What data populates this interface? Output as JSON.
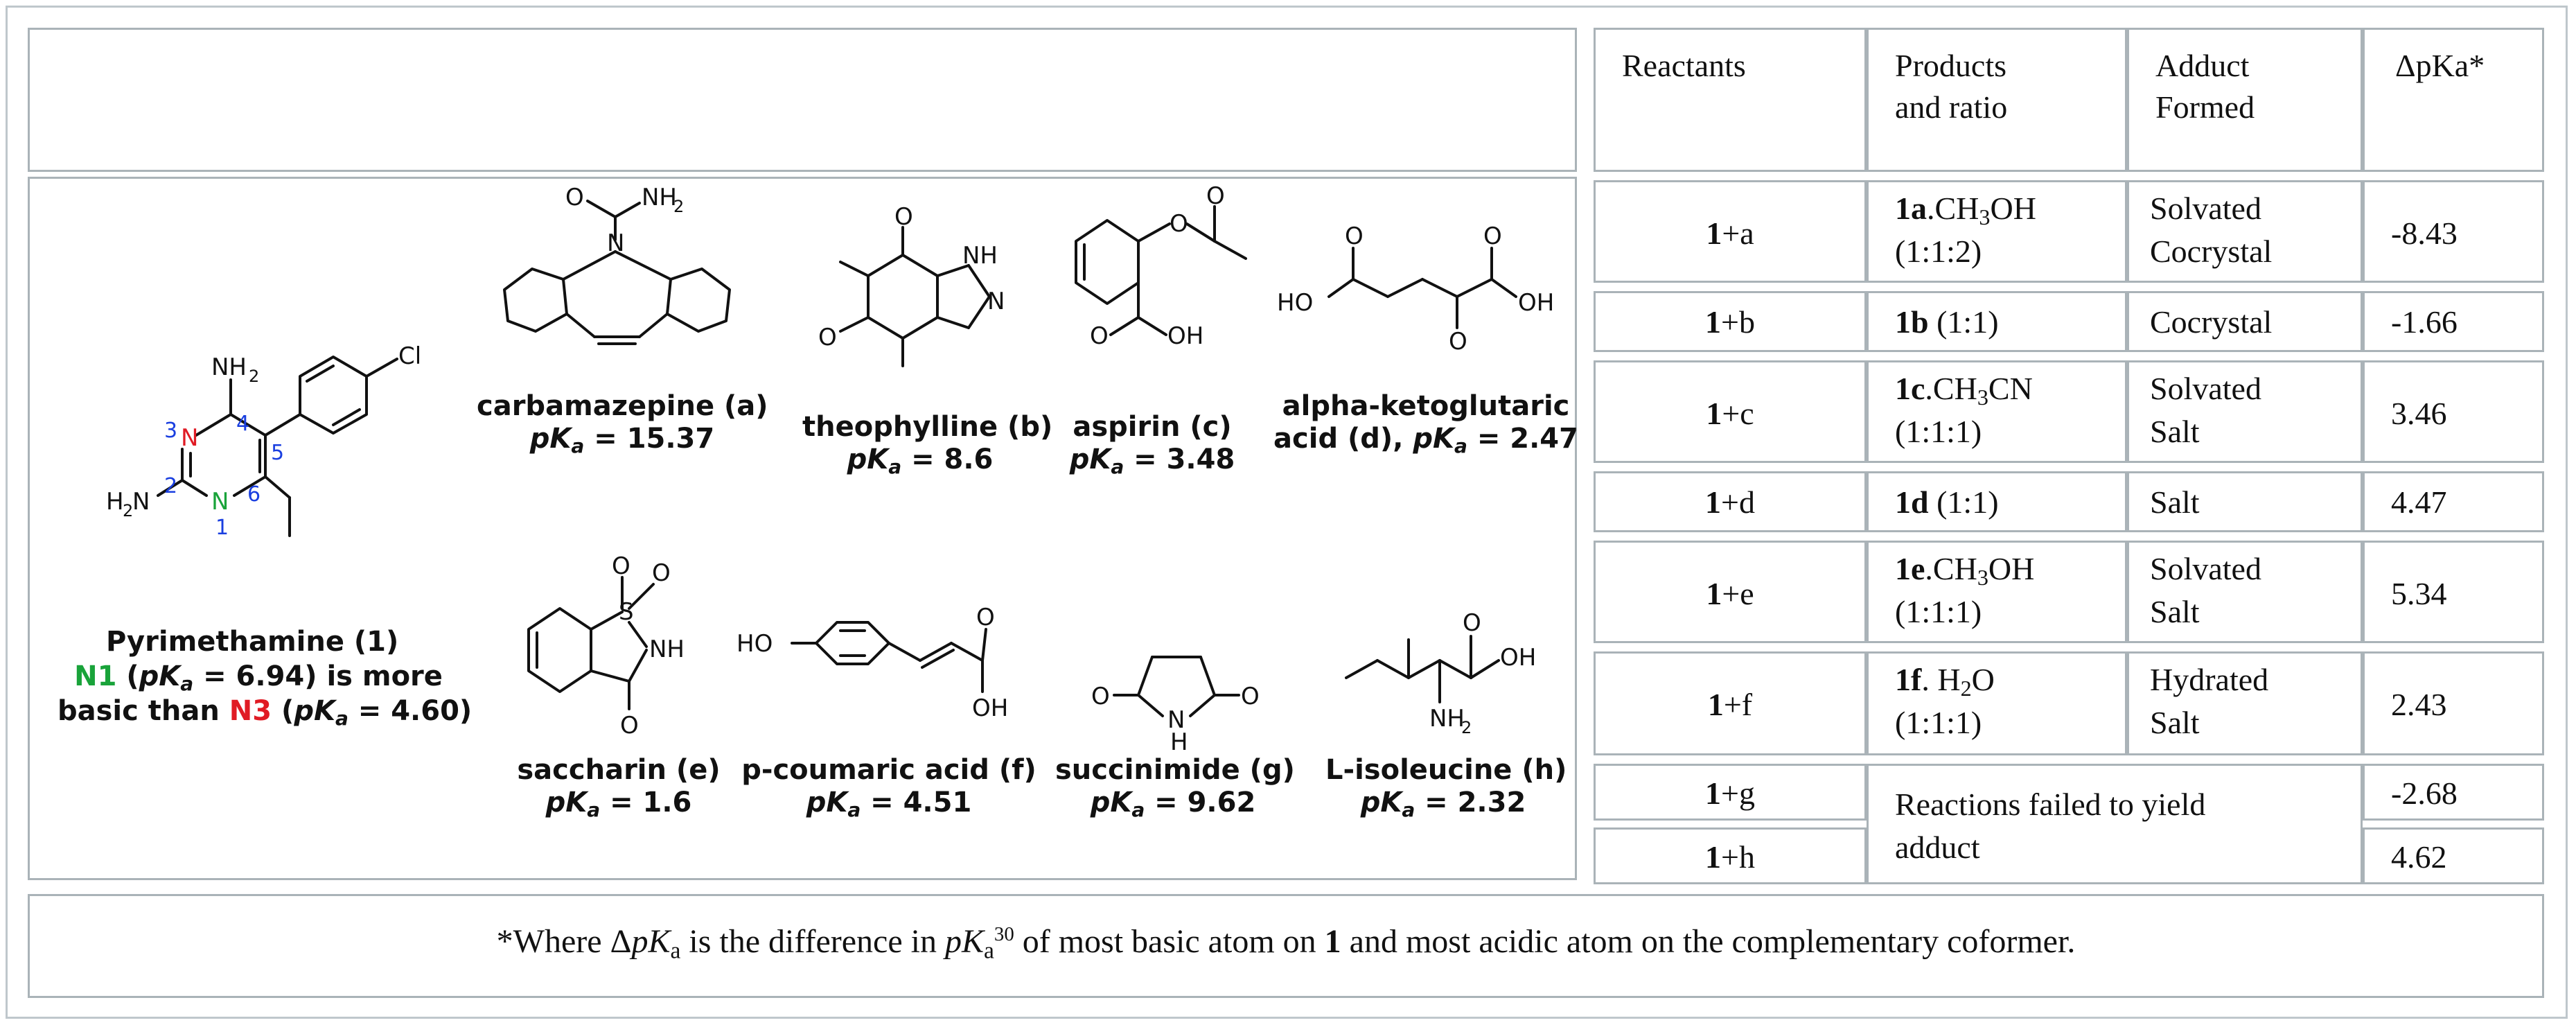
{
  "molecules": {
    "pyrimethamine": {
      "name": "Pyrimethamine (1)",
      "line1_a": "N1",
      "line1_b": " (",
      "line1_pk": "pK",
      "line1_sub": "a",
      "line1_c": " = 6.94) is more",
      "line2_a": "basic than ",
      "line2_b": "N3",
      "line2_c": " (",
      "line2_pk": "pK",
      "line2_sub": "a",
      "line2_d": " = 4.60)"
    },
    "a": {
      "name": "carbamazepine (a)",
      "pk": "pK",
      "sub": "a",
      "value": " = 15.37"
    },
    "b": {
      "name": "theophylline (b)",
      "pk": "pK",
      "sub": "a",
      "value": " = 8.6"
    },
    "c": {
      "name": "aspirin (c)",
      "pk": "pK",
      "sub": "a",
      "value": " = 3.48"
    },
    "d": {
      "name": "alpha-ketoglutaric",
      "name2": "acid (d), ",
      "pk": "pK",
      "sub": "a",
      "value": " = 2.47"
    },
    "e": {
      "name": "saccharin (e)",
      "pk": "pK",
      "sub": "a",
      "value": " = 1.6"
    },
    "f": {
      "name": "p-coumaric acid (f)",
      "pk": "pK",
      "sub": "a",
      "value": " = 4.51"
    },
    "g": {
      "name": "succinimide (g)",
      "pk": "pK",
      "sub": "a",
      "value": " = 9.62"
    },
    "h": {
      "name": "L-isoleucine (h)",
      "pk": "pK",
      "sub": "a",
      "value": " = 2.32"
    }
  },
  "atoms": {
    "NH2": "NH",
    "NH2_sub": "2",
    "Cl": "Cl",
    "H2N": "H",
    "H2N_sub": "2",
    "H2N_N": "N",
    "N": "N",
    "NH": "NH",
    "O": "O",
    "OH": "OH",
    "HO": "HO",
    "S": "S",
    "H": "H",
    "num1": "1",
    "num2": "2",
    "num3": "3",
    "num4": "4",
    "num5": "5",
    "num6": "6"
  },
  "table": {
    "headers": {
      "reactants": "Reactants",
      "products_1": "Products",
      "products_2": "and ratio",
      "adduct_1": "Adduct",
      "adduct_2": "Formed",
      "dpka": "ΔpKa*"
    },
    "rows": [
      {
        "reactant_b": "1",
        "reactant_rest": "+a",
        "prod_b": "1a",
        "prod_rest": ".CH",
        "prod_sub": "3",
        "prod_tail": "OH",
        "ratio": "(1:1:2)",
        "adduct_1": "Solvated",
        "adduct_2": "Cocrystal",
        "dpka": "-8.43"
      },
      {
        "reactant_b": "1",
        "reactant_rest": "+b",
        "prod_b": "1b",
        "prod_rest": " (1:1)",
        "adduct_1": "Cocrystal",
        "dpka": "-1.66"
      },
      {
        "reactant_b": "1",
        "reactant_rest": "+c",
        "prod_b": "1c",
        "prod_rest": ".CH",
        "prod_sub": "3",
        "prod_tail": "CN",
        "ratio": "(1:1:1)",
        "adduct_1": "Solvated",
        "adduct_2": "Salt",
        "dpka": "3.46"
      },
      {
        "reactant_b": "1",
        "reactant_rest": "+d",
        "prod_b": "1d",
        "prod_rest": " (1:1)",
        "adduct_1": "Salt",
        "dpka": "4.47"
      },
      {
        "reactant_b": "1",
        "reactant_rest": "+e",
        "prod_b": "1e",
        "prod_rest": ".CH",
        "prod_sub": "3",
        "prod_tail": "OH",
        "ratio": "(1:1:1)",
        "adduct_1": "Solvated",
        "adduct_2": "Salt",
        "dpka": "5.34"
      },
      {
        "reactant_b": "1",
        "reactant_rest": "+f",
        "prod_b": "1f",
        "prod_rest": ". H",
        "prod_sub": "2",
        "prod_tail": "O",
        "ratio": "(1:1:1)",
        "adduct_1": "Hydrated",
        "adduct_2": "Salt",
        "dpka": "2.43"
      },
      {
        "reactant_b": "1",
        "reactant_rest": "+g",
        "dpka": "-2.68"
      },
      {
        "reactant_b": "1",
        "reactant_rest": "+h",
        "dpka": "4.62"
      }
    ],
    "failed_1": "Reactions failed to yield",
    "failed_2": "adduct"
  },
  "footnote": {
    "a": "*Where Δ",
    "pk": "pK",
    "sub": "a",
    "b": " is the difference in ",
    "pk2": "pK",
    "sub2": "a",
    "sup": "30",
    "c": " of most basic atom on ",
    "bold": "1",
    "d": " and most acidic atom on the complementary coformer."
  }
}
